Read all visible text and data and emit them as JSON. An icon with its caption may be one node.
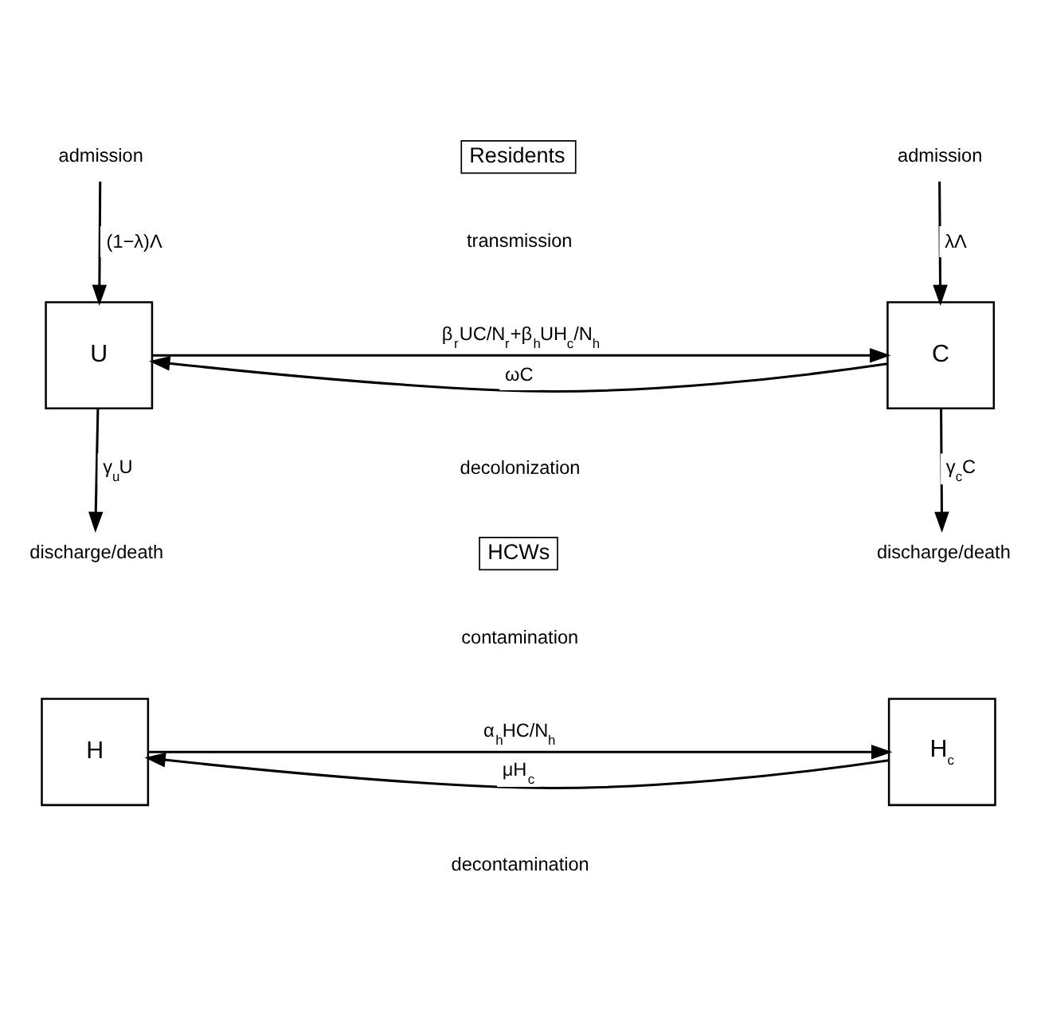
{
  "diagram": {
    "nodes": [
      {
        "text": [
          "admission"
        ]
      },
      {
        "text": [
          "Residents"
        ]
      },
      {
        "text": [
          "admission"
        ]
      },
      {
        "text": [
          "U"
        ]
      },
      {
        "text": [
          "C"
        ]
      },
      {
        "text": [
          "discharge/death"
        ]
      },
      {
        "text": [
          "HCWs"
        ]
      },
      {
        "text": [
          "discharge/death"
        ]
      },
      {
        "text": [
          "H"
        ]
      },
      {
        "text": [
          "H$_{c}$"
        ]
      }
    ],
    "edges": [
      {
        "from": 0,
        "to": 3,
        "arrow": "to",
        "label": "(1−λ)Λ"
      },
      {
        "from": 2,
        "to": 4,
        "arrow": "to",
        "label": "λΛ"
      },
      {
        "from": 3,
        "to": 4,
        "arrow": "to",
        "label": "β$_{r}$UC/N$_{r}$+β$_{h}$UH$_{c}$/N$_{h}$"
      },
      {
        "from": 4,
        "to": 3,
        "arrow": "to",
        "label": "ωC"
      },
      {
        "from": 3,
        "to": 5,
        "arrow": "to",
        "label": "γ$_{u}$U"
      },
      {
        "from": 4,
        "to": 7,
        "arrow": "to",
        "label": "γ$_{c}$C"
      },
      {
        "from": 8,
        "to": 9,
        "arrow": "to",
        "label": "α$_{h}$HC/N$_{h}$"
      },
      {
        "from": 9,
        "to": 8,
        "arrow": "to",
        "label": "μH$_{c}$"
      }
    ],
    "labels": [
      "transmission",
      "decolonization",
      "contamination",
      "decontamination"
    ]
  }
}
